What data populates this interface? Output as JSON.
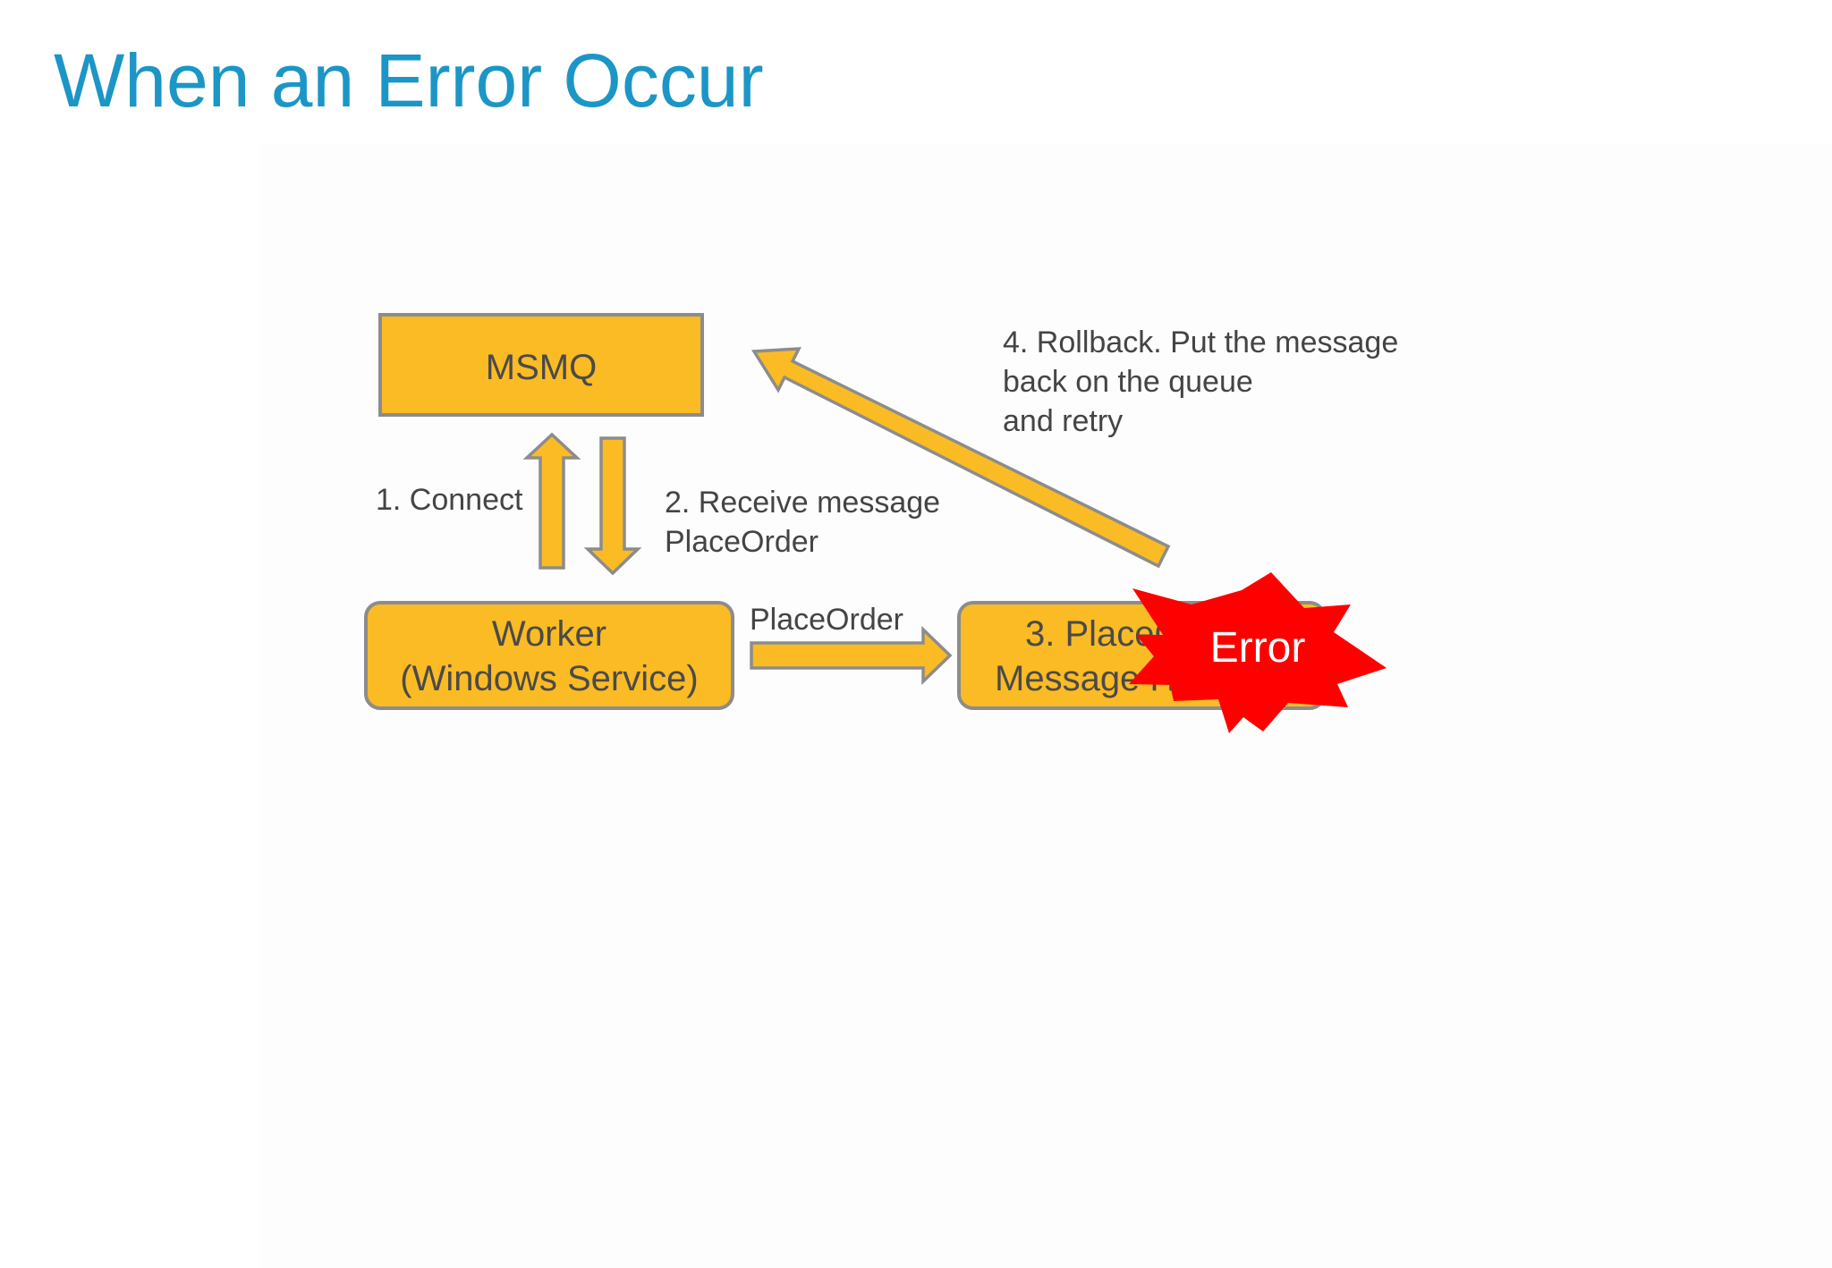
{
  "slide": {
    "title": "When an Error Occur"
  },
  "boxes": {
    "msmq": {
      "label": "MSMQ"
    },
    "worker": {
      "line1": "Worker",
      "line2": "(Windows Service)"
    },
    "handler": {
      "line1": "3. PlaceO",
      "line2": "Message Ha"
    }
  },
  "labels": {
    "connect": "1. Connect",
    "receive_line1": "2. Receive message",
    "receive_line2": "PlaceOrder",
    "place_order": "PlaceOrder",
    "rollback_line1": "4. Rollback. Put the message",
    "rollback_line2": "back on the queue",
    "rollback_line3": "and retry"
  },
  "error_burst": {
    "label": "Error"
  },
  "colors": {
    "title": "#1b96c6",
    "box_fill": "#fbbb24",
    "box_border": "#8c8c8c",
    "arrow_fill": "#fbbb24",
    "arrow_border": "#8c8c8c",
    "burst_fill": "#ff0000",
    "text": "#444444"
  }
}
